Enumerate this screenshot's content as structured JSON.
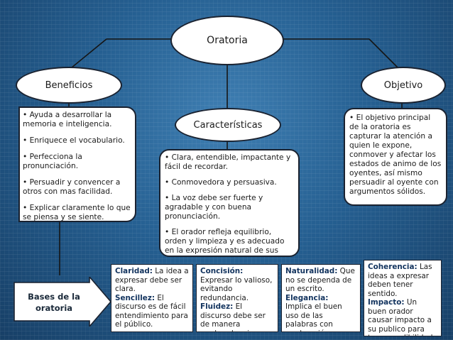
{
  "center_title": "Oratoria",
  "beneficios": {
    "title": "Beneficios",
    "items": [
      "Ayuda a desarrollar la memoria e inteligencia.",
      "Enriquece el vocabulario.",
      "Perfecciona la pronunciación.",
      "Persuadir y convencer a otros con mas facilidad.",
      "Explicar claramente lo que se piensa y se siente."
    ]
  },
  "caracteristicas": {
    "title": "Características",
    "items": [
      "Clara, entendible, impactante y fácil de recordar.",
      "Conmovedora y persuasiva.",
      "La voz debe ser fuerte y agradable y con buena pronunciación.",
      "El orador refleja equilibrio, orden y limpieza y es adecuado en la expresión natural de sus gestos."
    ]
  },
  "objetivo": {
    "title": "Objetivo",
    "text": "El objetivo principal de la oratoria es capturar la atención a quien le expone, conmover y afectar los estados de animo de los oyentes, así mismo persuadir al oyente con argumentos sólidos."
  },
  "bases": {
    "label": "Bases de la oratoria",
    "boxes": [
      [
        {
          "term": "Claridad:",
          "text": " La idea a expresar debe ser clara."
        },
        {
          "term": "Sencillez:",
          "text": " El discurso es de fácil entendimiento para el público."
        }
      ],
      [
        {
          "term": "Concisión:",
          "text": " Expresar lo valioso, evitando redundancia."
        },
        {
          "term": "Fluidez:",
          "text": " El discurso debe ser de manera moderada, ni rápido, ni lento."
        }
      ],
      [
        {
          "term": "Naturalidad:",
          "text": " Que no se dependa de un escrito."
        },
        {
          "term": "Elegancia:",
          "text": " Implica el buen uso de las palabras con moderación."
        }
      ],
      [
        {
          "term": "Coherencia:",
          "text": " Las ideas a expresar deben tener sentido."
        },
        {
          "term": "Impacto:",
          "text": " Un buen orador causar impacto a su publico para tener credibilidad."
        }
      ]
    ]
  },
  "colors": {
    "background": "#255f91",
    "line": "#1a1a1a",
    "term": "#12335e"
  }
}
